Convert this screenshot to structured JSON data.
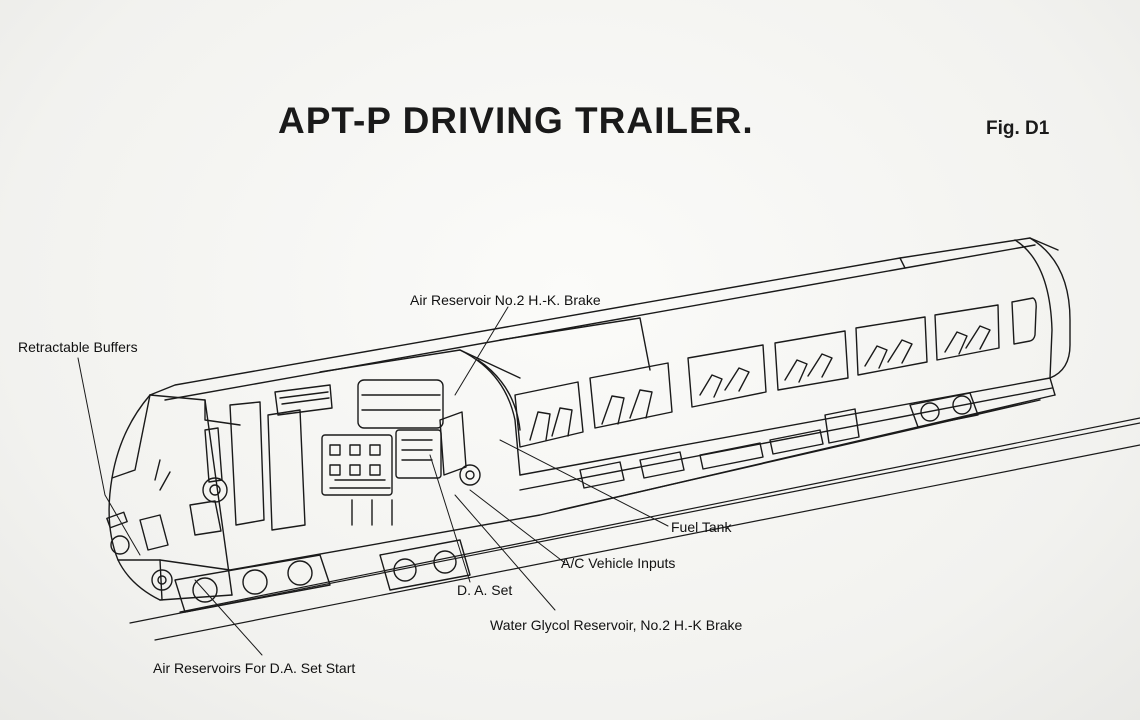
{
  "diagram": {
    "title": "APT-P DRIVING TRAILER.",
    "figure_label": "Fig. D1",
    "callouts": {
      "air_reservoir_no2": "Air Reservoir No.2 H.-K. Brake",
      "retractable_buffers": "Retractable Buffers",
      "fuel_tank": "Fuel Tank",
      "ac_vehicle_inputs": "A/C Vehicle Inputs",
      "da_set": "D. A. Set",
      "water_glycol": "Water Glycol Reservoir, No.2 H.-K Brake",
      "air_reservoirs_da_start": "Air Reservoirs For D.A. Set Start"
    },
    "nodes": [
      "retractable-buffers",
      "air-reservoir-no2-hk-brake",
      "fuel-tank",
      "ac-vehicle-inputs",
      "da-set",
      "water-glycol-reservoir",
      "air-reservoirs-da-set-start"
    ],
    "colors": {
      "ink": "#1a1a1a",
      "paper": "#f4f4f2"
    }
  }
}
